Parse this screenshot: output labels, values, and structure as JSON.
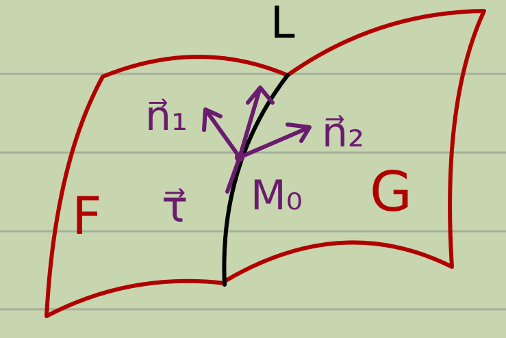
{
  "labels": {
    "curve": "L",
    "surface_left": "F",
    "surface_right": "G",
    "normal_1": "n⃗₁",
    "normal_2": "n⃗₂",
    "tangent": "τ⃗",
    "point": "M₀"
  },
  "colors": {
    "background": "#c8d6b0",
    "rule_lines": "#a4b09a",
    "surface_stroke": "#b00000",
    "curve_stroke": "#000000",
    "vector_stroke": "#6a1c6e"
  }
}
